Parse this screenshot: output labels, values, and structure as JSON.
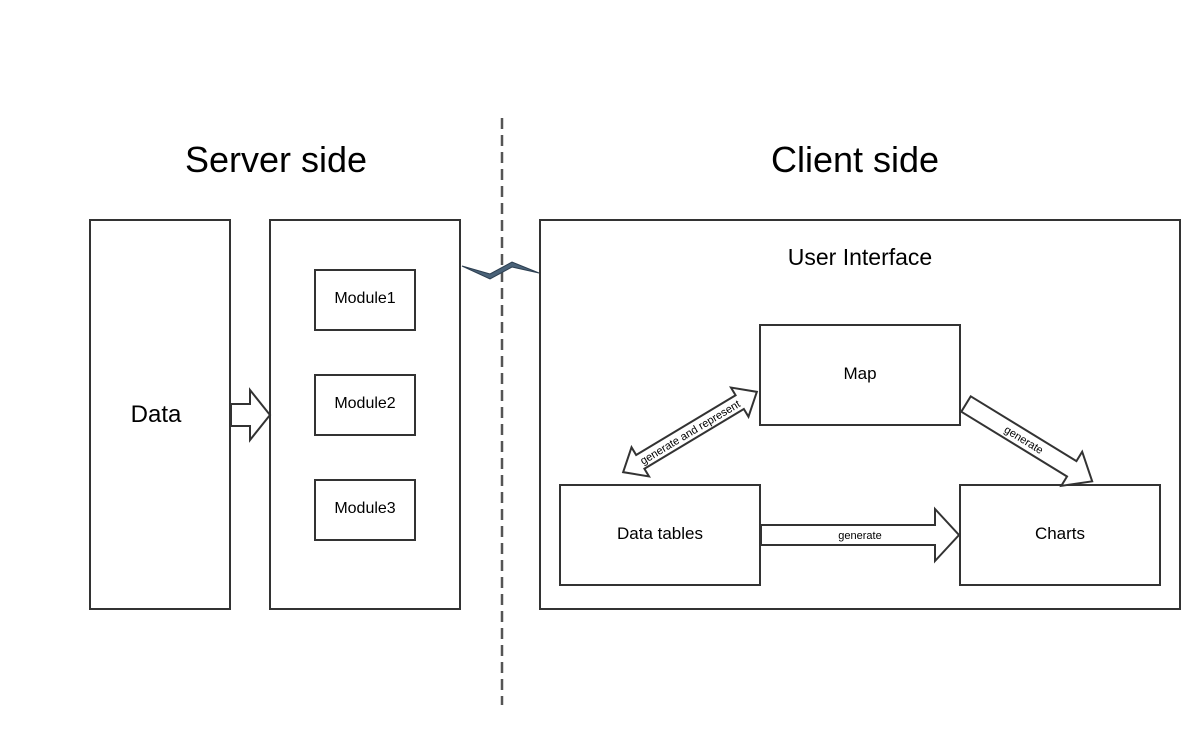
{
  "headings": {
    "server": "Server side",
    "client": "Client side"
  },
  "server": {
    "data_label": "Data",
    "modules": [
      "Module1",
      "Module2",
      "Module3"
    ]
  },
  "client": {
    "ui_title": "User Interface",
    "map": "Map",
    "data_tables": "Data tables",
    "charts": "Charts",
    "arrows": {
      "tables_map": "generate and represent",
      "map_charts": "generate",
      "tables_charts": "generate"
    }
  },
  "colors": {
    "stroke": "#333333",
    "connector_fill": "#4a6278"
  }
}
